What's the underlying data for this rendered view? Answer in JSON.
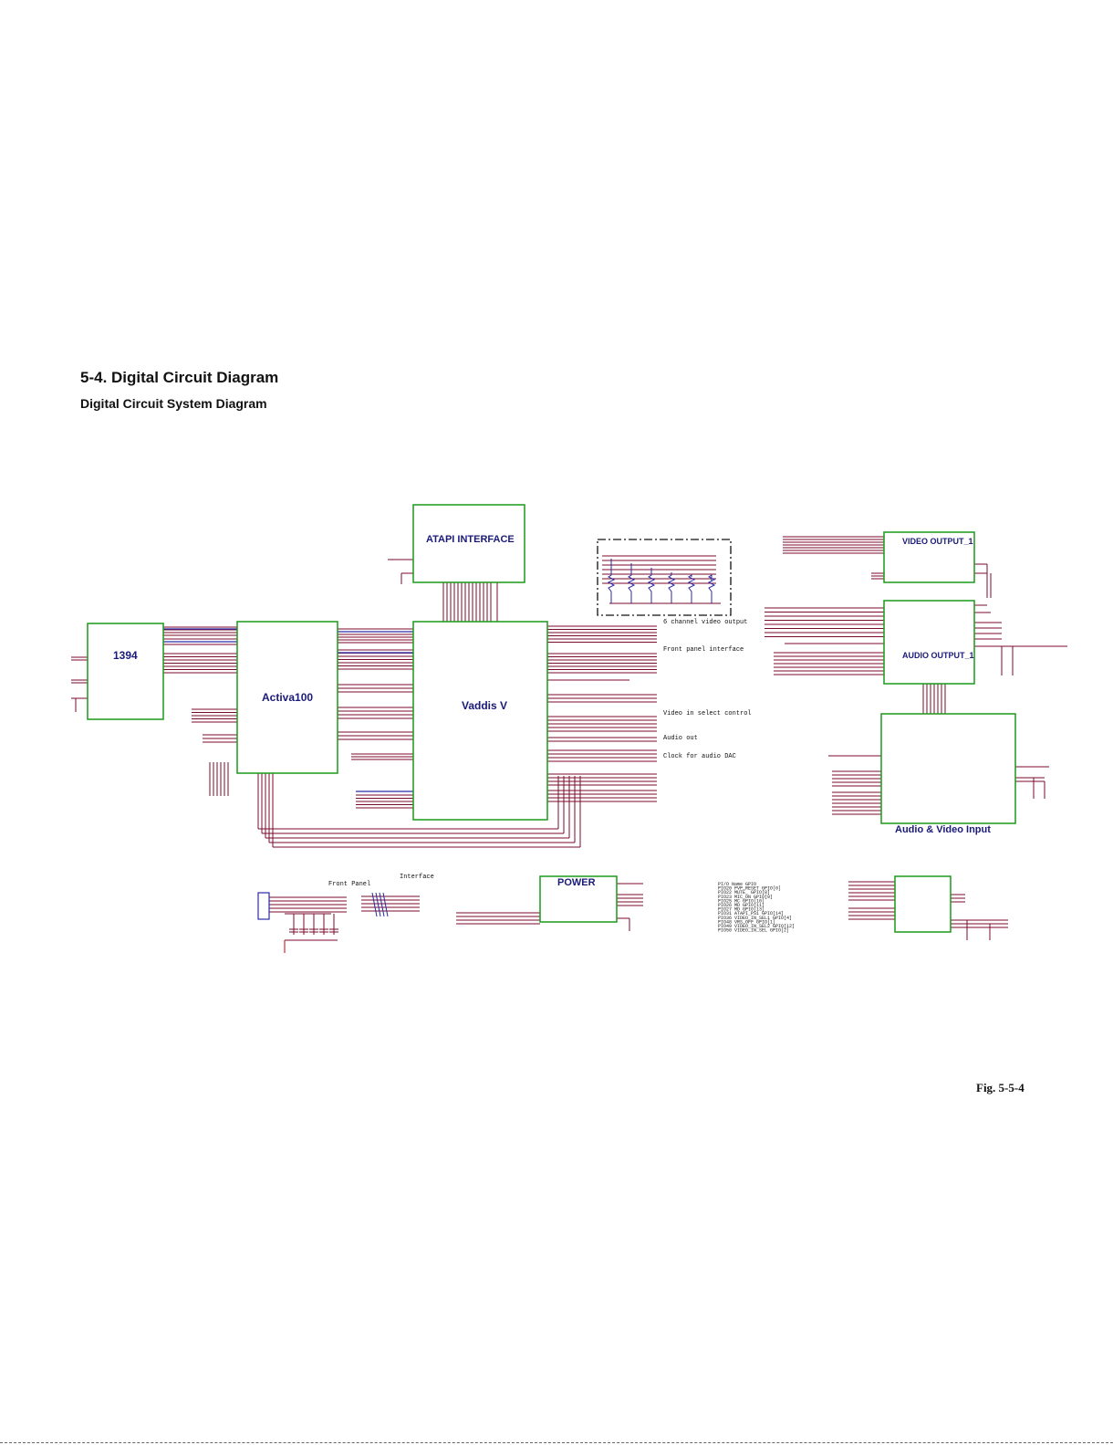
{
  "heading": {
    "title": "5-4.   Digital Circuit Diagram",
    "subtitle": "Digital Circuit System Diagram"
  },
  "figure_label": "Fig. 5-5-4",
  "colors": {
    "block": "#1a9a1a",
    "block_title": "#1a1a7a",
    "net": "#7a0a2a",
    "bus": "#2a2aa8",
    "net_label": "#cc2222",
    "power": "#cc0000"
  },
  "blocks": {
    "atapi": "ATAPI INTERFACE",
    "b1394": "1394",
    "activa": "Activa100",
    "vaddis": "Vaddis V",
    "video_out": "VIDEO OUTPUT_1",
    "audio_out": "AUDIO OUTPUT_1",
    "av_input": "Audio & Video Input",
    "power": "POWER"
  },
  "annotations": {
    "video": "6 channel video output",
    "front_panel": "Front panel interface",
    "video_select": "Video in select control",
    "audio_out": "Audio out",
    "clock": "Clock for audio DAC"
  },
  "bottom": {
    "front_panel": "Front Panel",
    "interface": "Interface"
  },
  "gpio_table": [
    "PI/O      Name         GPIO",
    "PIO20  PVP_RESET    GPIO[0]",
    "PIO22  MUTE_        GPIO[8]",
    "PIO23  MIC_ON       GPIO[9]",
    "PIO25  MC           GPIO[10]",
    "PIO26  MD           GPIO[11]",
    "PIO27  MD           GPIO[13]",
    "PIO31  ATAPI_PS1    GPIO[14]",
    "PIO36  VIDEO_IN_SEL1 GPIO[4]",
    "PIO48  VRS_OFF      GPIO[1]",
    "PIO49  VIDEO_IN_SEL2 GPIO[12]",
    "PIO50  VIDEO_IN_SEL GPIO[2]"
  ]
}
